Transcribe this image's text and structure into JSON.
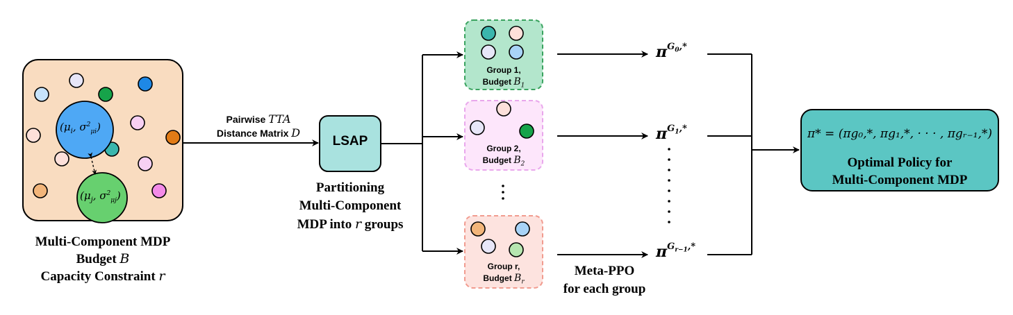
{
  "mdp": {
    "mu_i": "(μ",
    "mu_i_sub": "i",
    "sigma_i": ", σ",
    "mu_j": "(μ",
    "mu_j_sub": "j",
    "sigma_j": ", σ",
    "caption_line1": "Multi-Component MDP",
    "caption_line2_text": "Budget ",
    "caption_line2_math": "B",
    "caption_line3_text": "Capacity Constraint ",
    "caption_line3_math": "r"
  },
  "edge_label": {
    "line1_text": "Pairwise ",
    "line1_math": "TTA",
    "line2_text": "Distance Matrix ",
    "line2_math": "D"
  },
  "lsap": {
    "box_label": "LSAP",
    "caption_line1": "Partitioning",
    "caption_line2": "Multi-Component",
    "caption_line3_text": "MDP into ",
    "caption_line3_math": "r",
    "caption_line3_tail": " groups"
  },
  "groups": [
    {
      "line1": "Group 1,",
      "line2_text": "Budget ",
      "budget_math": "B",
      "budget_sub": "1",
      "color": "#b3e6cc",
      "border": "#3aa35f"
    },
    {
      "line1": "Group 2,",
      "line2_text": "Budget ",
      "budget_math": "B",
      "budget_sub": "2",
      "color": "#fde6fb",
      "border": "#e9a7ec"
    },
    {
      "line1": "Group r,",
      "line2_text": "Budget ",
      "budget_math": "B",
      "budget_sub": "r",
      "color": "#fde3df",
      "border": "#f19b8f"
    }
  ],
  "policies": [
    {
      "pi": "π",
      "sup": "G",
      "sub": "0",
      "star": ",*"
    },
    {
      "pi": "π",
      "sup": "G",
      "sub": "1",
      "star": ",*"
    },
    {
      "pi": "π",
      "sup": "G",
      "sub": "r−1",
      "star": ",*"
    }
  ],
  "meta": {
    "line1": "Meta-PPO",
    "line2": "for each group"
  },
  "optimal": {
    "formula": "π* = (πg₀,*, πg₁,*, · · · , πgᵣ₋₁,*)",
    "line1": "Optimal Policy for",
    "line2": "Multi-Component MDP",
    "color": "#5bc6c3"
  },
  "colors": {
    "mdp_box": "#f9dcc0",
    "lsap_box": "#a9e2df",
    "big_blue": "#4ea8f5",
    "big_green": "#67d06f"
  }
}
